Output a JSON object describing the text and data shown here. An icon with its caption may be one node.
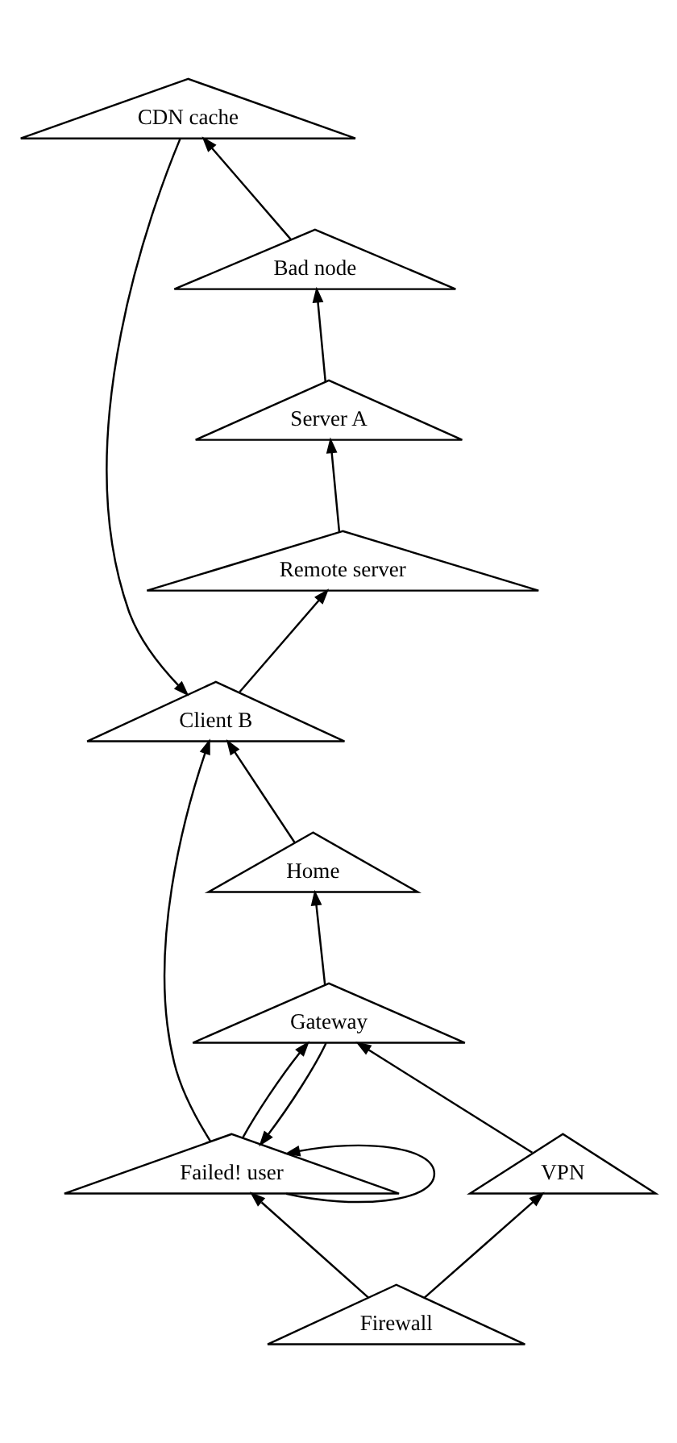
{
  "diagram": {
    "nodes": [
      {
        "text": [
          "Firewall"
        ]
      },
      {
        "text": [
          "CDN cache"
        ]
      },
      {
        "text": [
          "Bad node"
        ]
      },
      {
        "text": [
          "Server A"
        ]
      },
      {
        "text": [
          "Remote server"
        ]
      },
      {
        "text": [
          "Client B"
        ]
      },
      {
        "text": [
          "Home"
        ]
      },
      {
        "text": [
          "Failed! user"
        ]
      },
      {
        "text": [
          "Gateway"
        ]
      },
      {
        "text": [
          "VPN"
        ]
      }
    ],
    "edges": [
      {
        "from": 2,
        "to": 1,
        "arrow": "to"
      },
      {
        "from": 3,
        "to": 2,
        "arrow": "to"
      },
      {
        "from": 4,
        "to": 3,
        "arrow": "to"
      },
      {
        "from": 5,
        "to": 4,
        "arrow": "to"
      },
      {
        "from": 1,
        "to": 5,
        "arrow": "to"
      },
      {
        "from": 6,
        "to": 5,
        "arrow": "to"
      },
      {
        "from": 7,
        "to": 5,
        "arrow": "to"
      },
      {
        "from": 0,
        "to": 7,
        "arrow": "to"
      },
      {
        "from": 7,
        "to": 7,
        "arrow": "to"
      },
      {
        "from": 8,
        "to": 6,
        "arrow": "to"
      },
      {
        "from": 8,
        "to": 7,
        "arrow": "to"
      },
      {
        "from": 7,
        "to": 8,
        "arrow": "to"
      },
      {
        "from": 0,
        "to": 9,
        "arrow": "to"
      },
      {
        "from": 9,
        "to": 8,
        "arrow": "to"
      }
    ]
  }
}
